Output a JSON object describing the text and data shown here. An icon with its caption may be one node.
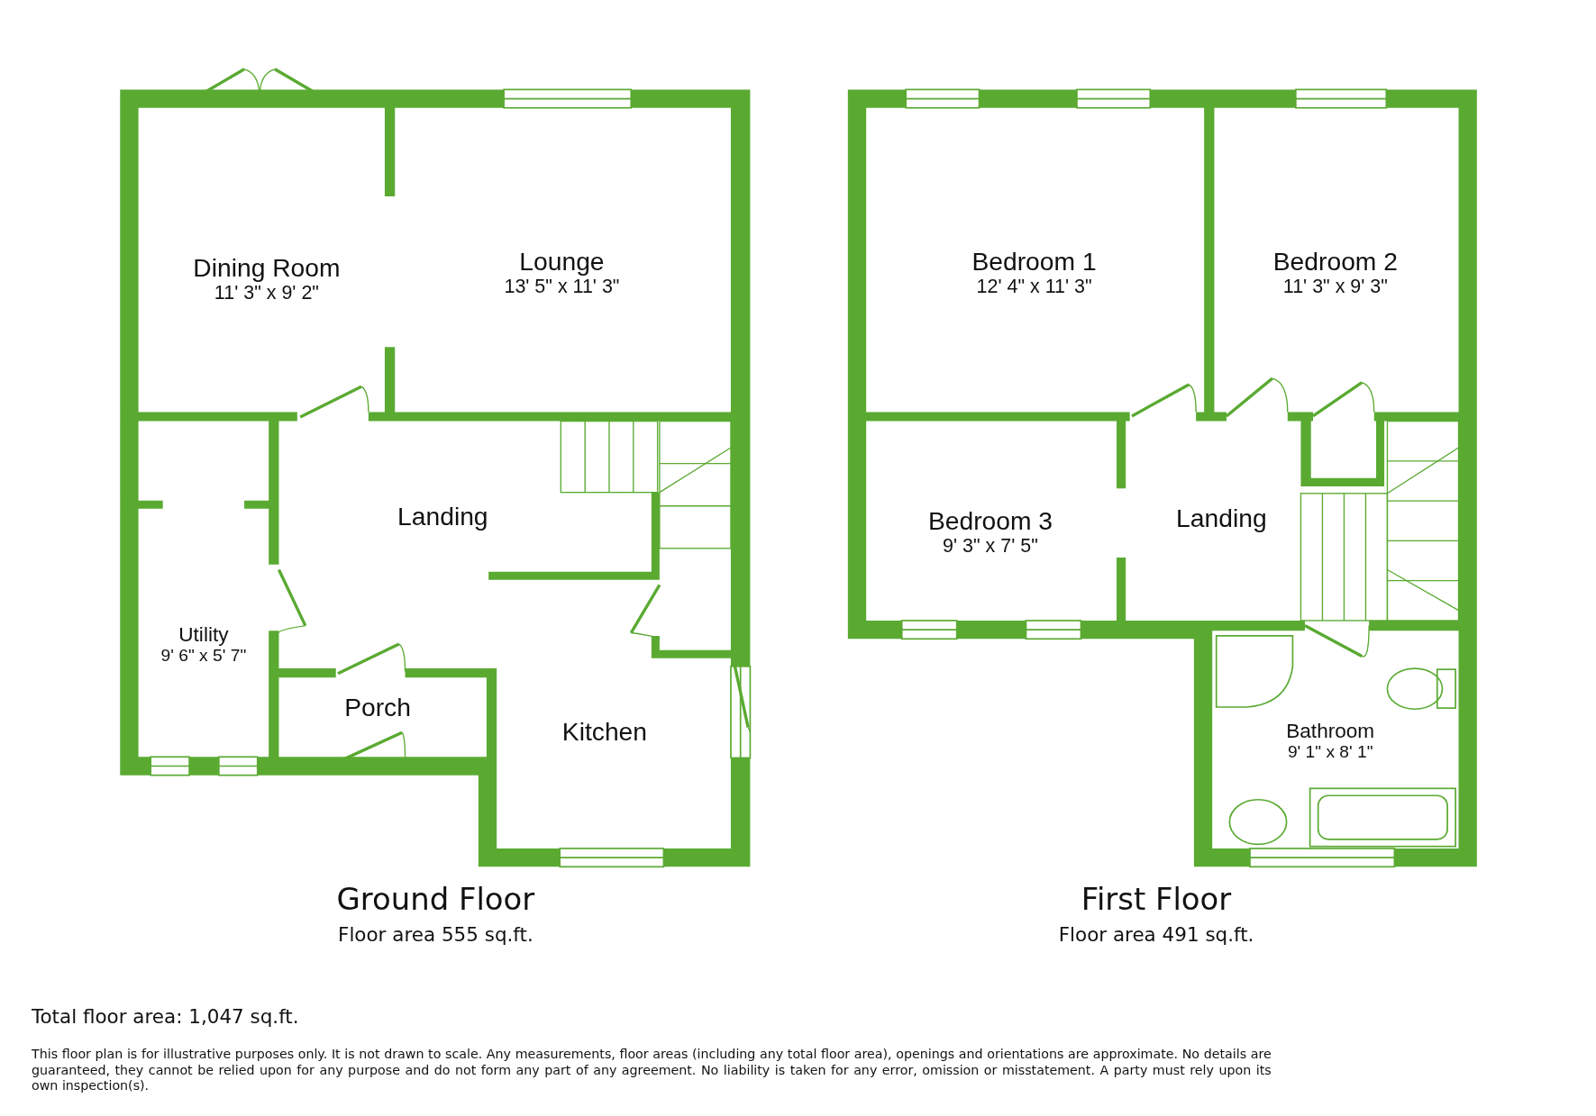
{
  "diagram": {
    "nodes": [
      {
        "text": [
          "Dining Room",
          "11' 3\" x 9' 2\""
        ]
      },
      {
        "text": [
          "Lounge",
          "13' 5\" x 11' 3\""
        ]
      },
      {
        "text": [
          "Landing"
        ]
      },
      {
        "text": [
          "Utility",
          "9' 6\" x 5' 7\""
        ]
      },
      {
        "text": [
          "Porch"
        ]
      },
      {
        "text": [
          "Kitchen"
        ]
      },
      {
        "text": [
          "Bedroom 1",
          "12' 4\" x 11' 3\""
        ]
      },
      {
        "text": [
          "Bedroom 2",
          "11' 3\" x 9' 3\""
        ]
      },
      {
        "text": [
          "Bedroom 3",
          "9' 3\" x 7' 5\""
        ]
      },
      {
        "text": [
          "Landing"
        ]
      },
      {
        "text": [
          "Bathroom",
          "9' 1\" x 8' 1\""
        ]
      }
    ],
    "edges": [],
    "labels": [
      "Ground Floor",
      "Floor area 555 sq.ft.",
      "First Floor",
      "Floor area 491 sq.ft.",
      "Total floor area: 1,047 sq.ft.",
      "This floor plan is for illustrative purposes only. It is not drawn to scale. Any measurements, floor areas (including any total floor area), openings and orientations are approximate. No details are guaranteed, they cannot be relied upon for any purpose and do not form any part of any agreement. No liability is taken for any error, omission or misstatement. A party must rely upon its own inspection(s)."
    ]
  }
}
